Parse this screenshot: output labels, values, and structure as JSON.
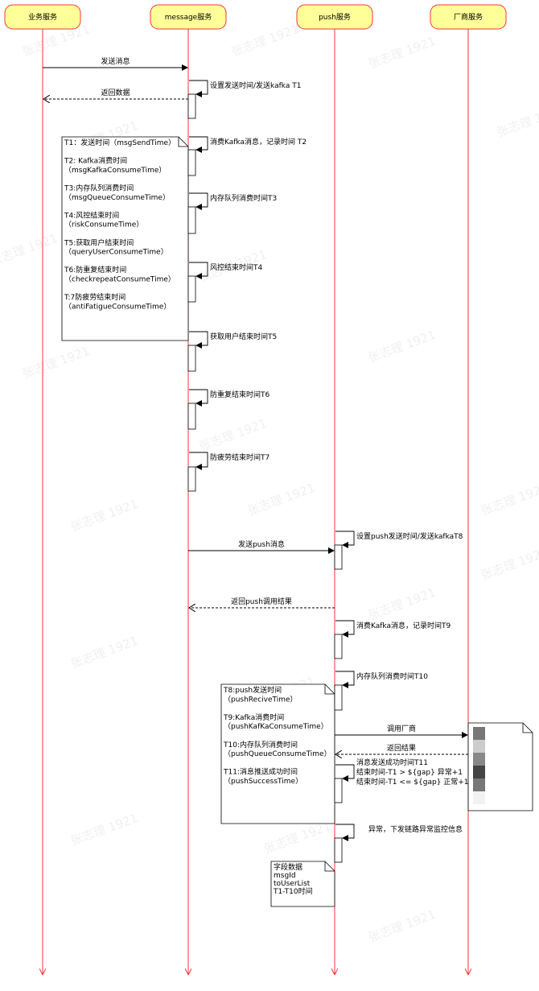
{
  "colors": {
    "lifeline": "#ff3333",
    "head_fill": "#ffff99",
    "head_stroke": "#ff3333",
    "line": "#000000"
  },
  "watermark": "张志理 1921",
  "participants": [
    "业务服务",
    "message服务",
    "push服务",
    "厂商服务"
  ],
  "messages": [
    {
      "label": "发送消息",
      "kind": "sync"
    },
    {
      "label": "设置发送时间/发送kafka T1",
      "kind": "self"
    },
    {
      "label": "返回数据",
      "kind": "return"
    },
    {
      "label": "消费Kafka消息，记录时间 T2",
      "kind": "self"
    },
    {
      "label": "内存队列消费时间T3",
      "kind": "self"
    },
    {
      "label": "风控结束时间T4",
      "kind": "self"
    },
    {
      "label": "获取用户结束时间T5",
      "kind": "self"
    },
    {
      "label": "防重复结束时间T6",
      "kind": "self"
    },
    {
      "label": "防疲劳结束时间T7",
      "kind": "self"
    },
    {
      "label": "设置push发送时间/发送kafkaT8",
      "kind": "self"
    },
    {
      "label": "发送push消息",
      "kind": "sync"
    },
    {
      "label": "返回push调用结果",
      "kind": "return"
    },
    {
      "label": "消费Kafka消息，记录时间T9",
      "kind": "self"
    },
    {
      "label": "内存队列消费时间T10",
      "kind": "self"
    },
    {
      "label": "调用厂商",
      "kind": "sync"
    },
    {
      "label": "返回结果",
      "kind": "return"
    },
    {
      "label": "消息发送成功时间T11",
      "kind": "self"
    },
    {
      "label": "异常，下发链路异常监控信息",
      "kind": "self"
    }
  ],
  "t11_extra": [
    "结束时间-T1 > ${gap} 异常+1",
    "结束时间-T1 <= ${gap} 正常+1"
  ],
  "notes": [
    {
      "lines": [
        "T1：发送时间（msgSendTime）",
        "",
        "T2: Kafka消费时间",
        "（msgKafkaConsumeTime）",
        "",
        "T3:内存队列消费时间",
        "（msgQueueConsumeTime）",
        "",
        "T4:风控结束时间",
        "（riskConsumeTime）",
        "",
        "T5:获取用户结束时间",
        "（queryUserConsumeTime）",
        "",
        "T6:防重复结束时间",
        "（checkrepeatConsumeTime）",
        "",
        "T:7防疲劳结束时间",
        "（antiFatigueConsumeTime）"
      ]
    },
    {
      "lines": [
        "T8:push发送时间",
        "（pushReciveTime）",
        "",
        "T9:Kafka消费时间",
        "（pushKafKaConsumeTime）",
        "",
        "T10:内存队列消费时间",
        "（pushQueueConsumeTime）",
        "",
        "T11:消息推送成功时间",
        "（pushSuccessTime）"
      ]
    },
    {
      "lines": [
        "字段数据",
        "msgId",
        "toUserList",
        "T1-T10时间"
      ]
    }
  ]
}
